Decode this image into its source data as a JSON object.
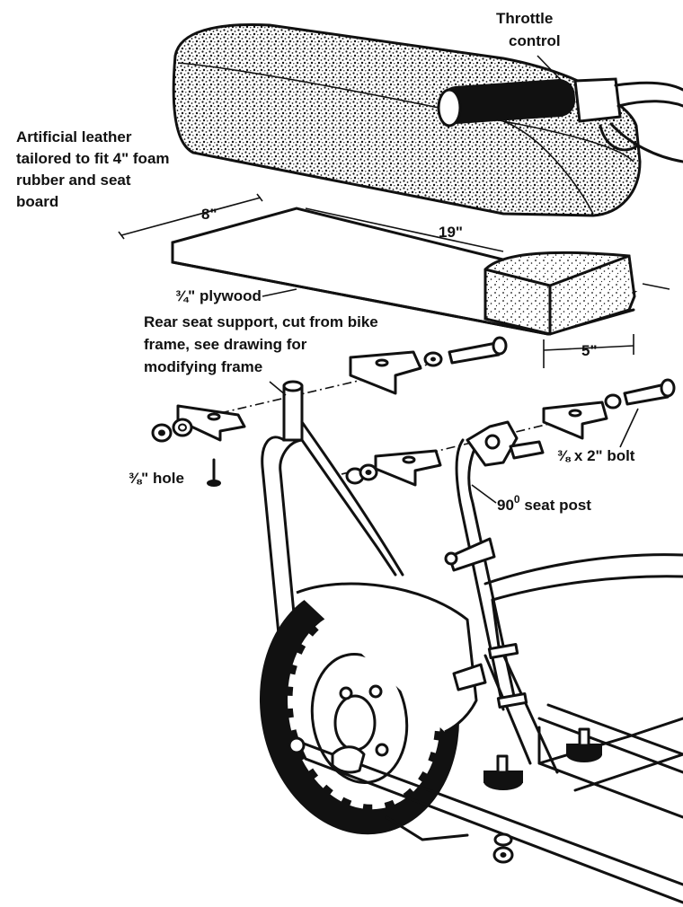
{
  "labels": {
    "throttle_line1": "Throttle",
    "throttle_line2": "control",
    "leather_line1": "Artificial leather",
    "leather_line2": "tailored to fit 4\" foam",
    "leather_line3": "rubber and seat",
    "leather_line4": "board",
    "plywood": "¾\" plywood",
    "support_line1": "Rear seat support, cut from bike",
    "support_line2": "frame,   see drawing for",
    "support_line3": "modifying frame",
    "hole": "⅜\" hole",
    "bolt": "⅜ x 2\" bolt",
    "seat_post_deg": "90",
    "seat_post_sup": "0",
    "seat_post_text": " seat post"
  },
  "dimensions": {
    "board_width": "8\"",
    "board_length": "19\"",
    "foam_depth": "5\""
  },
  "colors": {
    "ink": "#111111",
    "paper": "#ffffff",
    "foam": "#d8d8d8"
  }
}
